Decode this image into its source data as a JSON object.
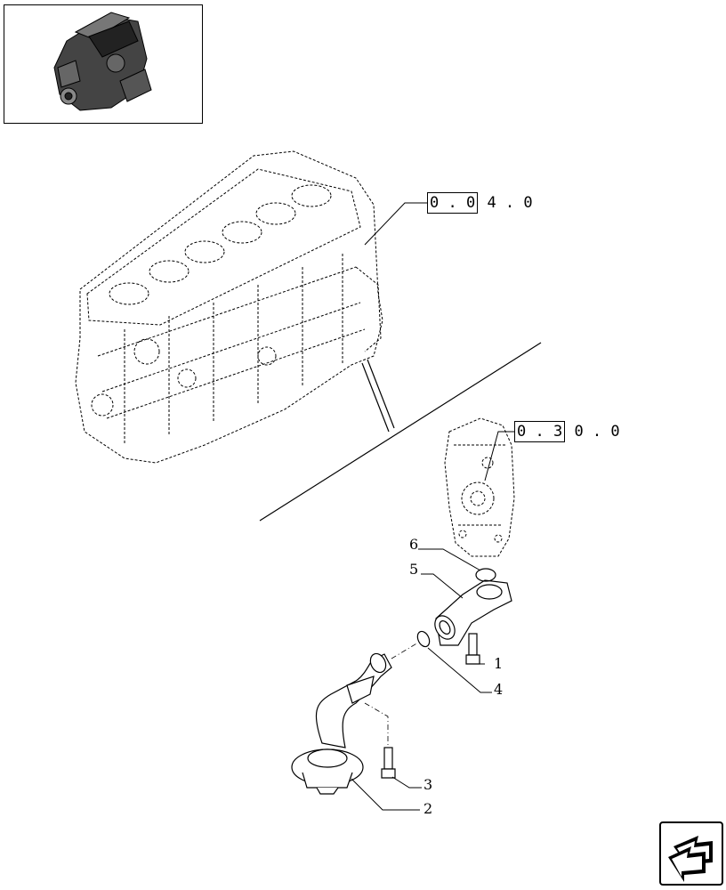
{
  "references": {
    "block": {
      "boxed": "0 . 0",
      "rest": "4 . 0"
    },
    "cover": {
      "boxed": "0 . 3",
      "rest": "0 . 0"
    }
  },
  "callouts": [
    "1",
    "2",
    "3",
    "4",
    "5",
    "6"
  ],
  "icons": {
    "thumbnail": "engine-thumbnail-icon",
    "nav": "next-page-arrow-icon"
  }
}
